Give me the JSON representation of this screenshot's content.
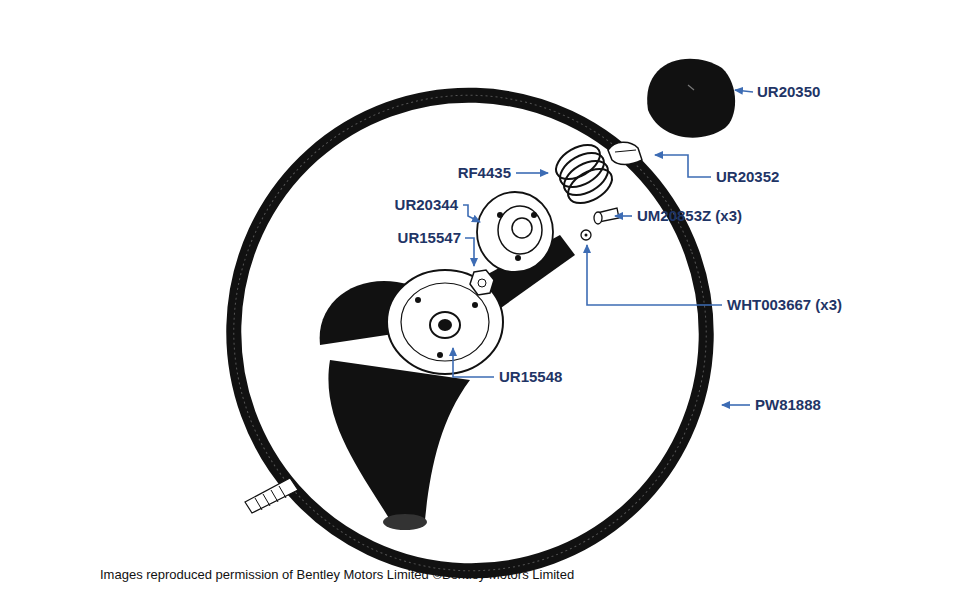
{
  "diagram": {
    "caption": "Images reproduced permission of Bentley Motors Limited ©Bentley Motors Limited",
    "labels": [
      "UR20350",
      "UR20352",
      "RF4435",
      "UR20344",
      "UM20853Z (x3)",
      "UR15547",
      "WHT003667 (x3)",
      "UR15548",
      "PW81888"
    ]
  }
}
